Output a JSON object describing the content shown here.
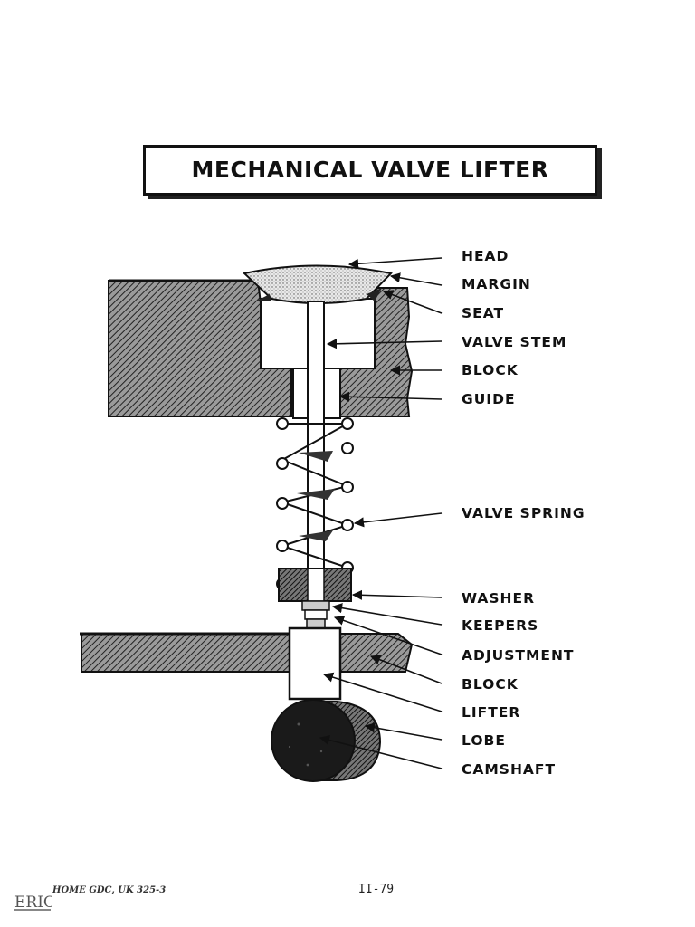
{
  "title": "MECHANICAL VALVE LIFTER",
  "labels": {
    "head": "HEAD",
    "margin": "MARGIN",
    "seat": "SEAT",
    "valve_stem": "VALVE STEM",
    "block_upper": "BLOCK",
    "guide": "GUIDE",
    "valve_spring": "VALVE SPRING",
    "washer": "WASHER",
    "keepers": "KEEPERS",
    "adjustment": "ADJUSTMENT",
    "block_lower": "BLOCK",
    "lifter": "LIFTER",
    "lobe": "LOBE",
    "camshaft": "CAMSHAFT"
  },
  "footer": {
    "code": "HOME GDC, UK 325-3",
    "page_number": "II-79",
    "logo_text": "ERIC"
  }
}
